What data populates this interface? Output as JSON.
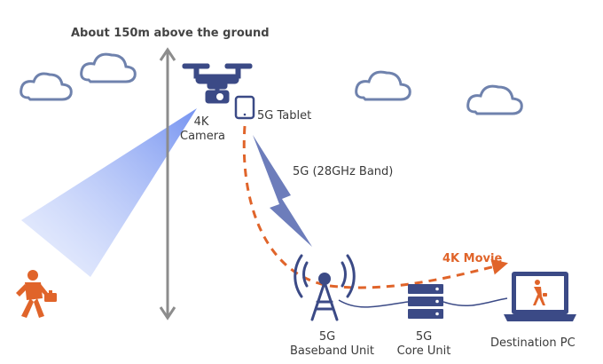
{
  "altitude": {
    "text": "About 150m above the ground"
  },
  "camera": {
    "line1": "4K",
    "line2": "Camera"
  },
  "tablet": {
    "label": "5G Tablet"
  },
  "wireless": {
    "label": "5G (28GHz Band)"
  },
  "movie": {
    "label": "4K Movie"
  },
  "baseband": {
    "line1": "5G",
    "line2": "Baseband Unit"
  },
  "core": {
    "line1": "5G",
    "line2": "Core Unit"
  },
  "destination": {
    "label": "Destination PC"
  },
  "colors": {
    "cloud": "#6f82ad",
    "drone": "#3b4a86",
    "beam": "#7f9cf0",
    "arrow": "#e0642a",
    "axis": "#8c8c8c",
    "person": "#e0642a",
    "lightning": "#6d7dbb"
  },
  "icons": [
    "cloud-icon",
    "drone-icon",
    "tablet-icon",
    "antenna-tower-icon",
    "server-rack-icon",
    "laptop-icon",
    "person-icon",
    "lightning-icon"
  ]
}
